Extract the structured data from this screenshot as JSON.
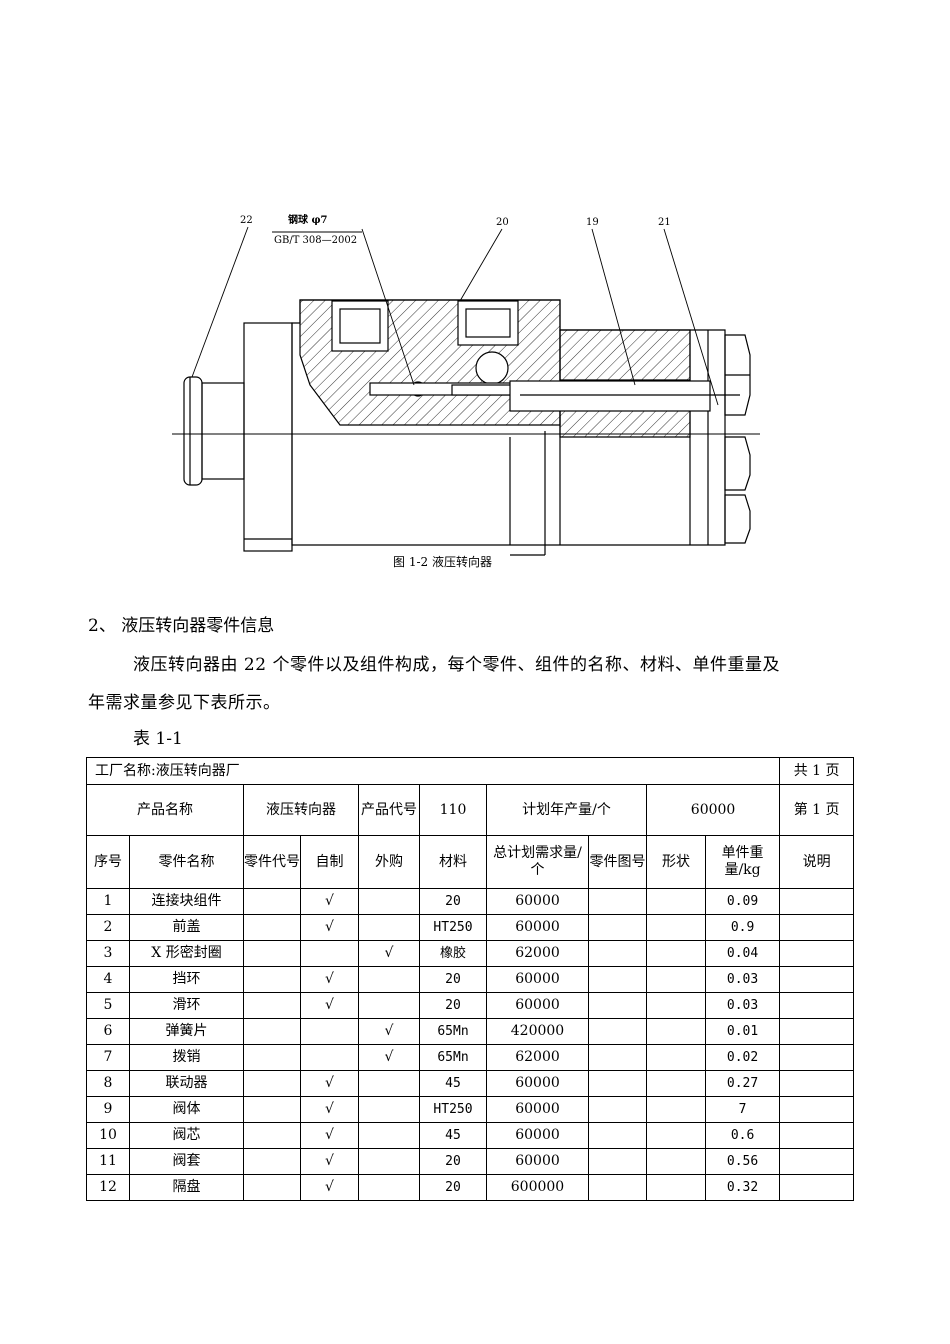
{
  "figure": {
    "labels": [
      "22",
      "钢球 φ7",
      "GB/T 308—2002",
      "20",
      "19",
      "21"
    ],
    "caption": "图 1-2  液压转向器"
  },
  "section_heading": "2、 液压转向器零件信息",
  "paragraph_line1": "液压转向器由 22 个零件以及组件构成，每个零件、组件的名称、材料、单件重量及",
  "paragraph_line2": "年需求量参见下表所示。",
  "table_label": "表 1-1",
  "table": {
    "factory": "工厂名称:液压转向器厂",
    "total_pages": "共 1 页",
    "product_name_label": "产品名称",
    "product_name": "液压转向器",
    "product_code_label": "产品代号",
    "product_code": "110",
    "plan_label": "计划年产量/个",
    "plan_value": "60000",
    "page_no": "第 1 页",
    "headers": [
      "序号",
      "零件名称",
      "零件代号",
      "自制",
      "外购",
      "材料",
      "总计划需求量/个",
      "零件图号",
      "形状",
      "单件重量/kg",
      "说明"
    ],
    "rows": [
      {
        "no": "1",
        "name": "连接块组件",
        "code": "",
        "self": "√",
        "buy": "",
        "material": "20",
        "qty": "60000",
        "drawing": "",
        "shape": "",
        "weight": "0.09",
        "note": ""
      },
      {
        "no": "2",
        "name": "前盖",
        "code": "",
        "self": "√",
        "buy": "",
        "material": "HT250",
        "qty": "60000",
        "drawing": "",
        "shape": "",
        "weight": "0.9",
        "note": ""
      },
      {
        "no": "3",
        "name": "X 形密封圈",
        "code": "",
        "self": "",
        "buy": "√",
        "material": "橡胶",
        "qty": "62000",
        "drawing": "",
        "shape": "",
        "weight": "0.04",
        "note": ""
      },
      {
        "no": "4",
        "name": "挡环",
        "code": "",
        "self": "√",
        "buy": "",
        "material": "20",
        "qty": "60000",
        "drawing": "",
        "shape": "",
        "weight": "0.03",
        "note": ""
      },
      {
        "no": "5",
        "name": "滑环",
        "code": "",
        "self": "√",
        "buy": "",
        "material": "20",
        "qty": "60000",
        "drawing": "",
        "shape": "",
        "weight": "0.03",
        "note": ""
      },
      {
        "no": "6",
        "name": "弹簧片",
        "code": "",
        "self": "",
        "buy": "√",
        "material": "65Mn",
        "qty": "420000",
        "drawing": "",
        "shape": "",
        "weight": "0.01",
        "note": ""
      },
      {
        "no": "7",
        "name": "拨销",
        "code": "",
        "self": "",
        "buy": "√",
        "material": "65Mn",
        "qty": "62000",
        "drawing": "",
        "shape": "",
        "weight": "0.02",
        "note": ""
      },
      {
        "no": "8",
        "name": "联动器",
        "code": "",
        "self": "√",
        "buy": "",
        "material": "45",
        "qty": "60000",
        "drawing": "",
        "shape": "",
        "weight": "0.27",
        "note": ""
      },
      {
        "no": "9",
        "name": "阀体",
        "code": "",
        "self": "√",
        "buy": "",
        "material": "HT250",
        "qty": "60000",
        "drawing": "",
        "shape": "",
        "weight": "7",
        "note": ""
      },
      {
        "no": "10",
        "name": "阀芯",
        "code": "",
        "self": "√",
        "buy": "",
        "material": "45",
        "qty": "60000",
        "drawing": "",
        "shape": "",
        "weight": "0.6",
        "note": ""
      },
      {
        "no": "11",
        "name": "阀套",
        "code": "",
        "self": "√",
        "buy": "",
        "material": "20",
        "qty": "60000",
        "drawing": "",
        "shape": "",
        "weight": "0.56",
        "note": ""
      },
      {
        "no": "12",
        "name": "隔盘",
        "code": "",
        "self": "√",
        "buy": "",
        "material": "20",
        "qty": "600000",
        "drawing": "",
        "shape": "",
        "weight": "0.32",
        "note": ""
      }
    ]
  }
}
